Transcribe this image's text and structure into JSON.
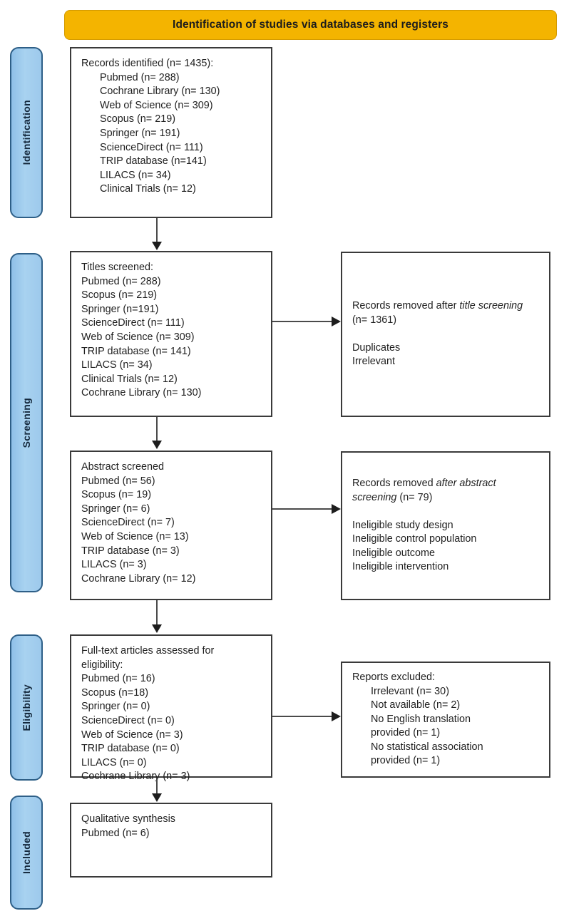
{
  "banner": {
    "title": "Identification of studies via databases and registers"
  },
  "phases": [
    {
      "id": "identification",
      "label": "Identification"
    },
    {
      "id": "screening",
      "label": "Screening"
    },
    {
      "id": "eligibility",
      "label": "Eligibility"
    },
    {
      "id": "included",
      "label": "Included"
    }
  ],
  "boxes": {
    "identified": {
      "heading": "Records identified (n= 1435):",
      "items": [
        "Pubmed (n= 288)",
        "Cochrane Library (n= 130)",
        "Web of Science (n= 309)",
        "Scopus (n= 219)",
        "Springer (n= 191)",
        "ScienceDirect (n= 111)",
        "TRIP database (n=141)",
        "LILACS (n= 34)",
        "Clinical Trials (n= 12)"
      ]
    },
    "titles_screened": {
      "heading": "Titles screened:",
      "items": [
        "Pubmed (n= 288)",
        "Scopus (n= 219)",
        "Springer (n=191)",
        "ScienceDirect (n= 111)",
        "Web of Science (n= 309)",
        "TRIP database (n= 141)",
        "LILACS (n= 34)",
        "Clinical Trials (n= 12)",
        "Cochrane Library (n= 130)"
      ]
    },
    "removed_title": {
      "lead": "Records removed after ",
      "emphasis": "title screening",
      "trail": " (n= 1361)",
      "reasons": [
        "Duplicates",
        "Irrelevant"
      ]
    },
    "abstract_screened": {
      "heading": "Abstract screened",
      "items": [
        "Pubmed (n= 56)",
        "Scopus (n= 19)",
        "Springer (n= 6)",
        "ScienceDirect (n= 7)",
        "Web of Science (n= 13)",
        "TRIP database (n= 3)",
        "LILACS (n= 3)",
        "Cochrane Library (n= 12)"
      ]
    },
    "removed_abstract": {
      "lead": "Records removed ",
      "emphasis": "after abstract screening",
      "trail": " (n= 79)",
      "reasons": [
        "Ineligible study design",
        "Ineligible control population",
        "Ineligible outcome",
        "Ineligible intervention"
      ]
    },
    "fulltext": {
      "heading_line1": "Full-text articles assessed for",
      "heading_line2": "eligibility:",
      "items": [
        "Pubmed (n= 16)",
        "Scopus (n=18)",
        "Springer (n= 0)",
        "ScienceDirect (n= 0)",
        "Web of Science (n= 3)",
        "TRIP database (n= 0)",
        "LILACS (n= 0)",
        "Cochrane Library (n= 3)"
      ]
    },
    "excluded": {
      "heading": "Reports excluded:",
      "items": [
        "Irrelevant (n= 30)",
        "Not available (n= 2)",
        "No English translation",
        "provided (n= 1)",
        "No statistical association",
        "provided (n= 1)"
      ]
    },
    "included": {
      "line1": "Qualitative synthesis",
      "line2": "Pubmed (n= 6)"
    }
  },
  "colors": {
    "banner_fill": "#F4B400",
    "pill_fill": "#9DC9EC",
    "pill_border": "#2e5f87",
    "box_border": "#3a3a3a",
    "connector": "#4a4a4a"
  }
}
